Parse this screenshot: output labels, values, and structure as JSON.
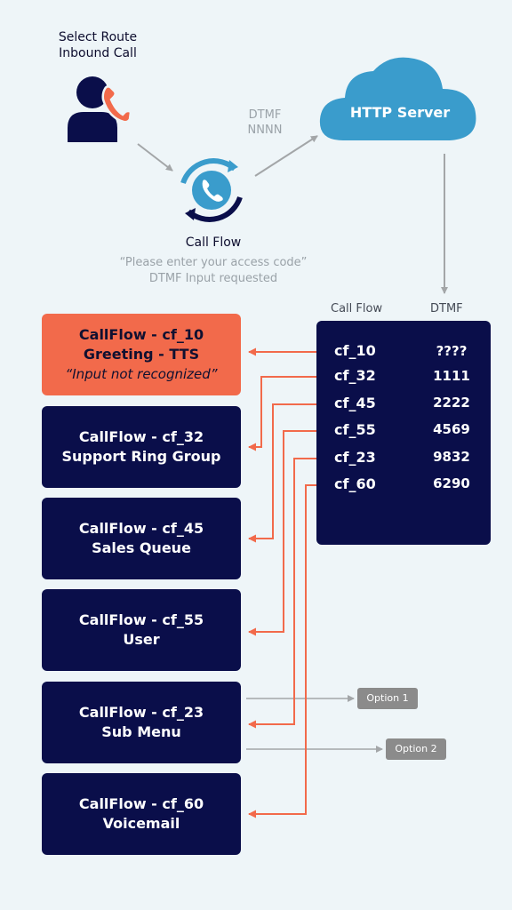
{
  "caller": {
    "line1": "Select Route",
    "line2": "Inbound Call"
  },
  "dtmf_label": {
    "line1": "DTMF",
    "line2": "NNNN"
  },
  "server": {
    "label": "HTTP Server"
  },
  "call_flow": {
    "title": "Call Flow",
    "prompt": "“Please enter your access code”",
    "subprompt": "DTMF Input requested"
  },
  "table": {
    "header_cf": "Call Flow",
    "header_dtmf": "DTMF",
    "rows": [
      {
        "cf": "cf_10",
        "dtmf": "????"
      },
      {
        "cf": "cf_32",
        "dtmf": "1111"
      },
      {
        "cf": "cf_45",
        "dtmf": "2222"
      },
      {
        "cf": "cf_55",
        "dtmf": "4569"
      },
      {
        "cf": "cf_23",
        "dtmf": "9832"
      },
      {
        "cf": "cf_60",
        "dtmf": "6290"
      }
    ]
  },
  "boxes": [
    {
      "line1": "CallFlow - cf_10",
      "line2": "Greeting - TTS",
      "note": "“Input not recognized”"
    },
    {
      "line1": "CallFlow - cf_32",
      "line2": "Support Ring Group"
    },
    {
      "line1": "CallFlow - cf_45",
      "line2": "Sales Queue"
    },
    {
      "line1": "CallFlow - cf_55",
      "line2": "User"
    },
    {
      "line1": "CallFlow - cf_23",
      "line2": "Sub Menu"
    },
    {
      "line1": "CallFlow - cf_60",
      "line2": "Voicemail"
    }
  ],
  "options": {
    "option1": "Option 1",
    "option2": "Option 2"
  },
  "colors": {
    "navy": "#0a0e4a",
    "orange": "#f26a4b",
    "cloud": "#3a9ccc",
    "grey_arrow": "#a3a6a8"
  }
}
